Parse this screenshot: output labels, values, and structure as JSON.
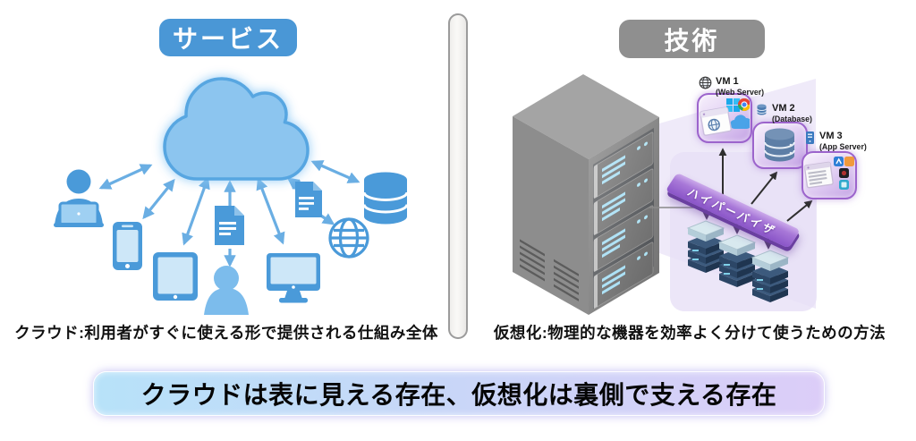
{
  "left_panel": {
    "badge_label": "サービス",
    "caption": "クラウド:利用者がすぐに使える形で提供される仕組み全体",
    "icons": [
      "user-laptop-icon",
      "smartphone-icon",
      "tablet-icon",
      "document-icon",
      "user-icon",
      "monitor-icon",
      "globe-icon",
      "database-icon",
      "document-icon-2",
      "cloud-icon"
    ]
  },
  "right_panel": {
    "badge_label": "技術",
    "caption": "仮想化:物理的な機器を効率よく分けて使うための方法",
    "hypervisor_label": "ハイパーバイザ",
    "vms": [
      {
        "name": "VM 1",
        "role": "(Web Server)"
      },
      {
        "name": "VM 2",
        "role": "(Database)"
      },
      {
        "name": "VM 3",
        "role": "(App Server)"
      }
    ],
    "icons": [
      "server-rack-icon",
      "server-stack-icon",
      "hypervisor-bar",
      "browser-window-icon",
      "windows-logo-icon",
      "chrome-logo-icon",
      "cloud-small-icon",
      "database-cylinder-icon",
      "app-window-icon"
    ]
  },
  "footer_banner": {
    "text": "クラウドは表に見える存在、仮想化は裏側で支える存在"
  },
  "colors": {
    "service_badge": "#4a97d6",
    "tech_badge": "#8f8f8f",
    "cloud_fill": "#8cc5ef",
    "cloud_stroke": "#57a6e1",
    "icon_blue": "#4a9ad9",
    "arrow_blue": "#6aaee3",
    "hypervisor_purple": "#8a55c8",
    "vm_border_purple": "#9c64cc",
    "banner_gradient_from": "#b7e2f9",
    "banner_gradient_to": "#dccdf8"
  }
}
